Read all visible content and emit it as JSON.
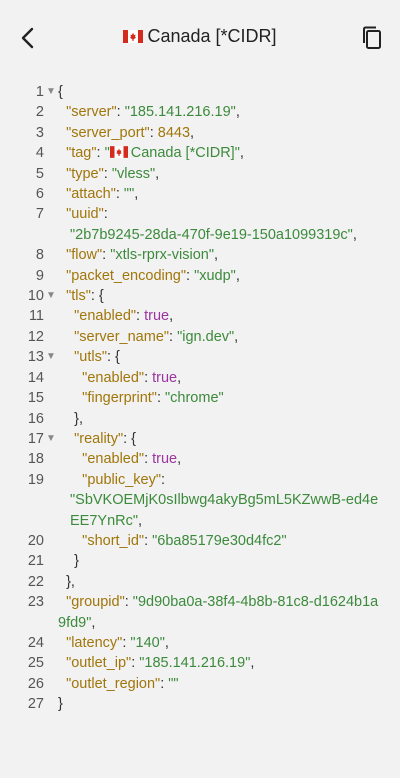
{
  "header": {
    "title": "Canada [*CIDR]",
    "flag_icon": "canada-flag-icon",
    "back_icon": "chevron-left-icon",
    "copy_icon": "copy-icon"
  },
  "colors": {
    "key": "#a1760a",
    "string": "#3c8a3c",
    "boolean": "#9b35a0",
    "background": "#f2f2f2"
  },
  "json": {
    "server": "\"185.141.216.19\"",
    "server_port": "8443",
    "tag": "Canada [*CIDR]\"",
    "type": "\"vless\"",
    "attach": "\"\"",
    "uuid": "\"2b7b9245-28da-470f-9e19-150a1099319c\"",
    "flow": "\"xtls-rprx-vision\"",
    "packet_encoding": "\"xudp\"",
    "tls_enabled": "true",
    "server_name": "\"ign.dev\"",
    "utls_enabled": "true",
    "fingerprint": "\"chrome\"",
    "reality_enabled": "true",
    "public_key": "\"SbVKOEMjK0sIlbwg4akyBg5mL5KZwwB-ed4eEE7YnRc\"",
    "short_id": "\"6ba85179e30d4fc2\"",
    "groupid": "\"9d90ba0a-38f4-4b8b-81c8-d1624b1a9fd9\"",
    "latency": "\"140\"",
    "outlet_ip": "\"185.141.216.19\"",
    "outlet_region": "\"\""
  },
  "keys": {
    "server": "\"server\"",
    "server_port": "\"server_port\"",
    "tag": "\"tag\"",
    "type": "\"type\"",
    "attach": "\"attach\"",
    "uuid": "\"uuid\"",
    "flow": "\"flow\"",
    "packet_encoding": "\"packet_encoding\"",
    "tls": "\"tls\"",
    "enabled": "\"enabled\"",
    "server_name": "\"server_name\"",
    "utls": "\"utls\"",
    "fingerprint": "\"fingerprint\"",
    "reality": "\"reality\"",
    "public_key": "\"public_key\"",
    "short_id": "\"short_id\"",
    "groupid": "\"groupid\"",
    "latency": "\"latency\"",
    "outlet_ip": "\"outlet_ip\"",
    "outlet_region": "\"outlet_region\""
  },
  "line_numbers": [
    "1",
    "2",
    "3",
    "4",
    "5",
    "6",
    "7",
    "8",
    "9",
    "10",
    "11",
    "12",
    "13",
    "14",
    "15",
    "16",
    "17",
    "18",
    "19",
    "20",
    "21",
    "22",
    "23",
    "24",
    "25",
    "26",
    "27"
  ]
}
